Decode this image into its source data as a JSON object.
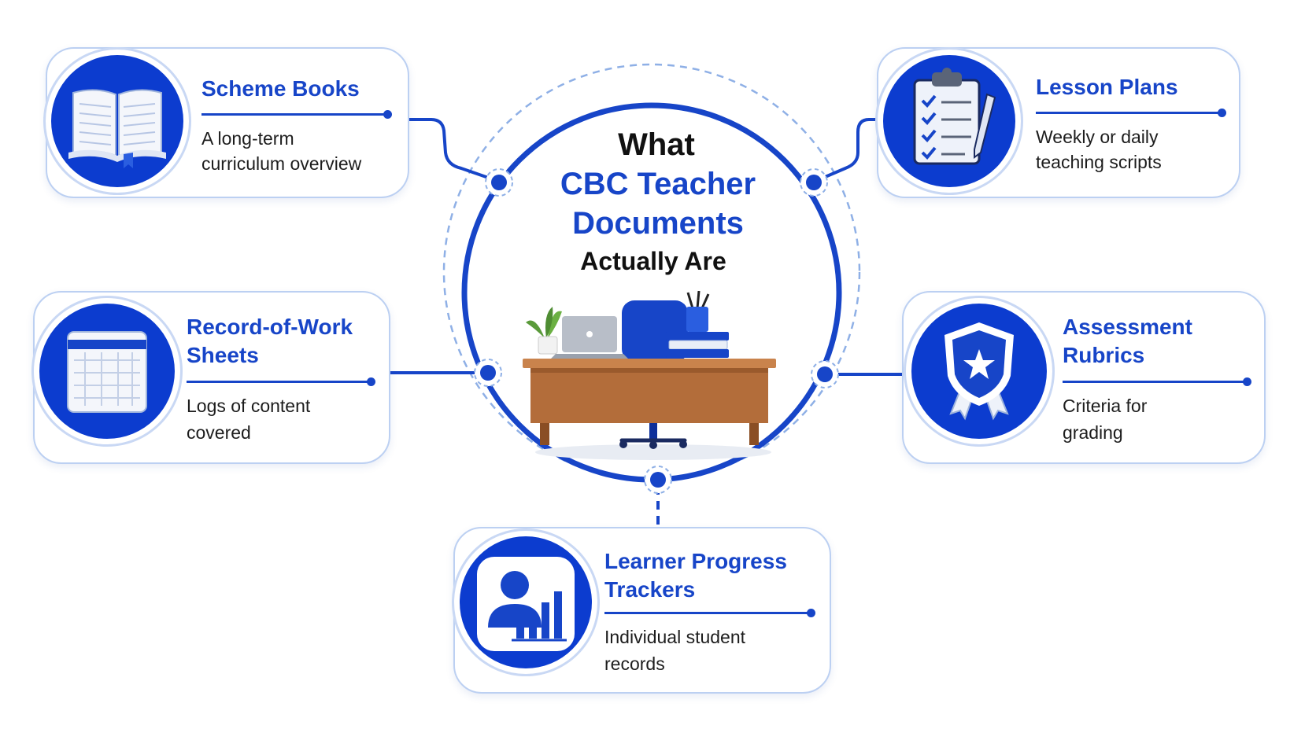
{
  "hub": {
    "line1": "What",
    "line2": "CBC Teacher",
    "line3": "Documents",
    "line4": "Actually Are"
  },
  "cards": {
    "scheme": {
      "title": "Scheme Books",
      "desc1": "A long-term",
      "desc2": "curriculum overview",
      "icon": "open-book-icon"
    },
    "lesson": {
      "title": "Lesson Plans",
      "desc1": "Weekly or daily",
      "desc2": "teaching scripts",
      "icon": "clipboard-checklist-icon"
    },
    "record": {
      "title1": "Record-of-Work",
      "title2": "Sheets",
      "desc1": "Logs of content",
      "desc2": "covered",
      "icon": "calendar-grid-icon"
    },
    "assessment": {
      "title1": "Assessment",
      "title2": "Rubrics",
      "desc1": "Criteria for",
      "desc2": "grading",
      "icon": "shield-star-ribbon-icon"
    },
    "learner": {
      "title1": "Learner Progress",
      "title2": "Trackers",
      "desc1": "Individual student",
      "desc2": "records",
      "icon": "student-bar-chart-icon"
    }
  },
  "colors": {
    "accent": "#1745c8",
    "badge": "#0c3ccf",
    "card_border": "#bcd0f2",
    "desk_wood": "#b36d3a"
  }
}
